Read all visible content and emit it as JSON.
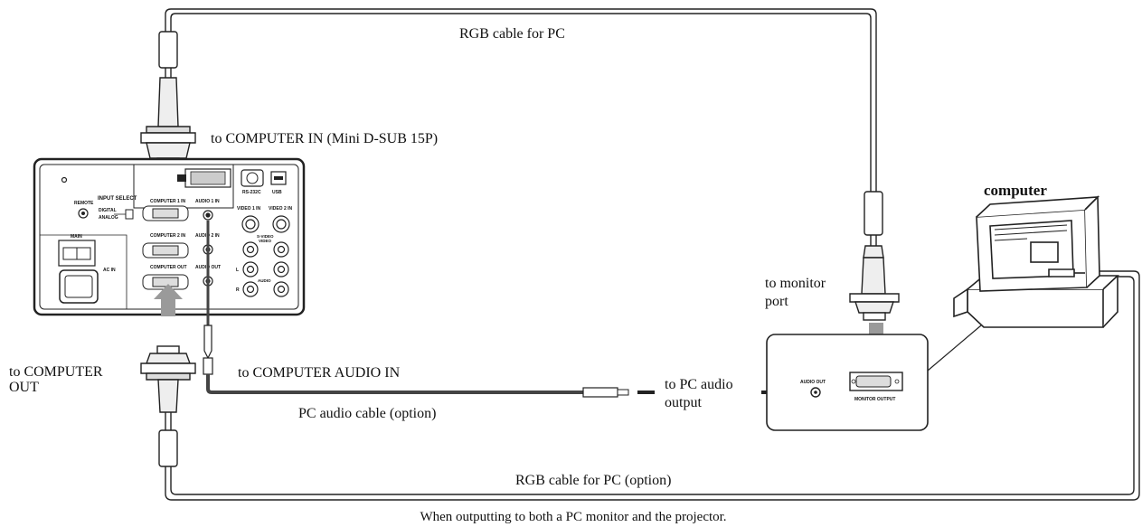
{
  "labels": {
    "rgb_cable_pc": "RGB cable for PC",
    "to_computer_in": "to COMPUTER IN (Mini D-SUB 15P)",
    "computer": "computer",
    "to_monitor_port_1": "to monitor",
    "to_monitor_port_2": "port",
    "to_computer_out_1": "to COMPUTER",
    "to_computer_out_2": "OUT",
    "to_computer_audio_in": "to COMPUTER AUDIO IN",
    "to_pc_audio_output_1": "to PC audio",
    "to_pc_audio_output_2": "output",
    "pc_audio_cable": "PC audio cable (option)",
    "rgb_cable_pc_option": "RGB cable for PC (option)",
    "caption": "When outputting to both a PC monitor and the projector."
  },
  "projector_panel": {
    "remote": "REMOTE",
    "input_select": "INPUT SELECT",
    "digital": "DIGITAL",
    "analog": "ANALOG",
    "computer_1_in": "COMPUTER 1 IN",
    "audio_1_in": "AUDIO 1 IN",
    "computer_2_in": "COMPUTER 2 IN",
    "audio_2_in": "AUDIO 2 IN",
    "computer_out": "COMPUTER OUT",
    "audio_out": "AUDIO OUT",
    "main": "MAIN",
    "ac_in": "AC IN",
    "rs232c": "RS-232C",
    "usb": "USB",
    "video_1_in": "VIDEO 1 IN",
    "video_2_in": "VIDEO 2 IN",
    "s_video": "S-VIDEO",
    "video": "VIDEO",
    "l": "L",
    "r": "R",
    "audio": "AUDIO"
  },
  "pc_panel": {
    "audio_out": "AUDIO OUT",
    "monitor_output": "MONITOR OUTPUT"
  }
}
